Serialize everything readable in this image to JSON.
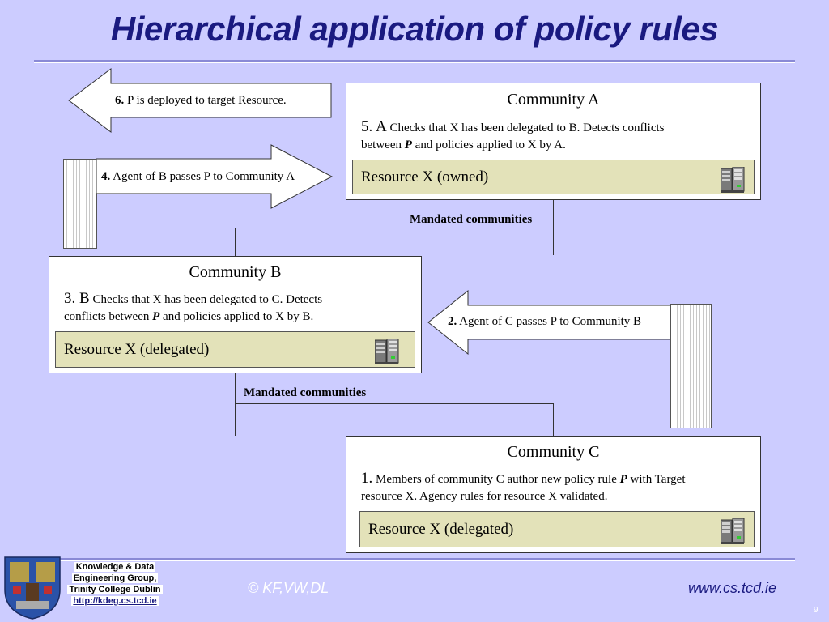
{
  "slide": {
    "title": "Hierarchical application of policy rules",
    "page_number": "9"
  },
  "communities": {
    "a": {
      "title": "Community A",
      "step_num": "5. A",
      "step_text_1": " Checks that X has been delegated to B. Detects conflicts",
      "step_text_2a": "between ",
      "policy": "P",
      "step_text_2b": " and policies applied to X by A.",
      "resource": "Resource X (owned)"
    },
    "b": {
      "title": "Community B",
      "step_num": "3. B",
      "step_text_1": " Checks that X has been delegated to C. Detects",
      "step_text_2a": "conflicts between ",
      "policy": "P",
      "step_text_2b": " and policies applied to X by B.",
      "resource": "Resource X (delegated)"
    },
    "c": {
      "title": "Community C",
      "step_num": "1.",
      "step_text_1a": " Members of community C author new policy rule ",
      "policy": "P",
      "step_text_1b": " with Target",
      "step_text_2": "resource X. Agency rules for resource X validated.",
      "resource": "Resource X (delegated)"
    }
  },
  "links": {
    "ab": "Mandated communities",
    "bc": "Mandated communities"
  },
  "arrows": {
    "step6": {
      "num": "6.",
      "text": " P is deployed to target Resource."
    },
    "step4": {
      "num": "4.",
      "text": " Agent of B passes P to Community A"
    },
    "step2": {
      "num": "2.",
      "text": " Agent of C passes P to Community B"
    }
  },
  "footer": {
    "group_line1": "Knowledge & Data",
    "group_line2": "Engineering Group,",
    "group_line3": "Trinity College Dublin",
    "group_url": "http://kdeg.cs.tcd.ie",
    "copyright": "© KF,VW,DL",
    "website": "www.cs.tcd.ie"
  },
  "colors": {
    "background": "#ccccff",
    "title": "#1a1a80",
    "resource_fill": "#e3e2b9"
  }
}
